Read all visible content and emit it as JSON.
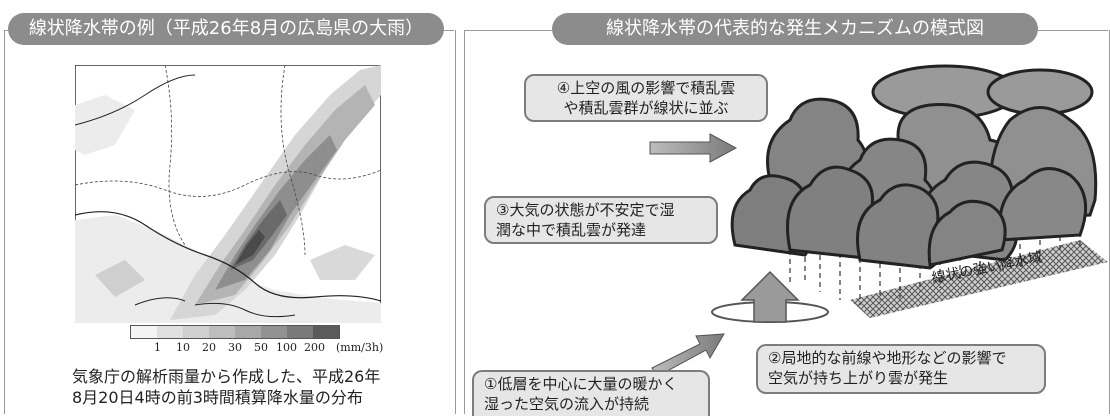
{
  "left_panel": {
    "title": "線状降水帯の例（平成26年8月の広島県の大雨）",
    "legend": {
      "labels": [
        "1",
        "10",
        "20",
        "30",
        "50",
        "100",
        "200",
        "(mm/3h)"
      ],
      "colors": [
        "#f4f4f4",
        "#e0e0e0",
        "#cfcfcf",
        "#bdbdbd",
        "#a8a8a8",
        "#929292",
        "#7a7a7a",
        "#5a5a5a"
      ]
    },
    "caption_line1": "気象庁の解析雨量から作成した、平成26年",
    "caption_line2": "8月20日4時の前3時間積算降水量の分布"
  },
  "right_panel": {
    "title": "線状降水帯の代表的な発生メカニズムの模式図",
    "step4_line1": "④上空の風の影響で積乱雲",
    "step4_line2": "や積乱雲群が線状に並ぶ",
    "step3_line1": "③大気の状態が不安定で湿",
    "step3_line2": "潤な中で積乱雲が発達",
    "step2_line1": "②局地的な前線や地形などの影響で",
    "step2_line2": "空気が持ち上がり雲が発生",
    "step1_line1": "①低層を中心に大量の暖かく",
    "step1_line2": "湿った空気の流入が持続",
    "rain_label": "線状の強い降水域"
  }
}
